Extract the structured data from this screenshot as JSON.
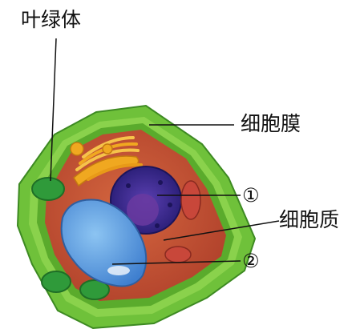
{
  "labels": {
    "chloroplast": "叶绿体",
    "cell_membrane": "细胞膜",
    "marker_1": "①",
    "cytoplasm": "细胞质",
    "marker_2": "②"
  },
  "colors": {
    "cell_wall": "#6fc13a",
    "cytoplasm": "#c4553a",
    "vacuole": "#5f9fe0",
    "nucleus": "#3a2a8c",
    "chloroplast": "#2f9a3a",
    "mitochondria": "#f0a820"
  }
}
